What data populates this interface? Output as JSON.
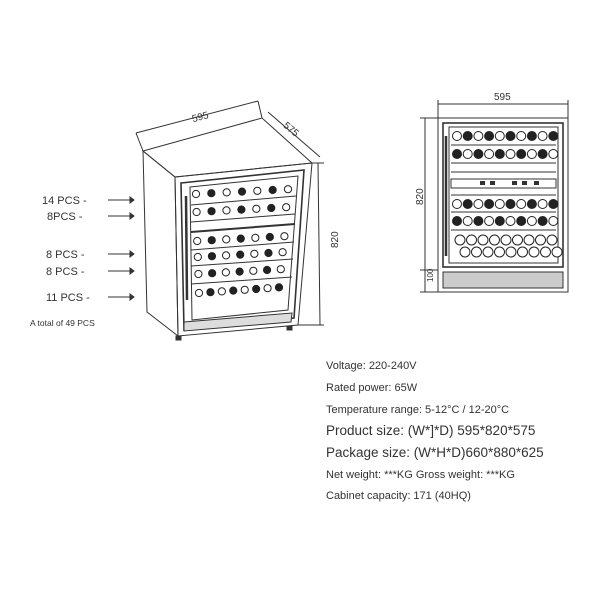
{
  "left_view": {
    "width_dim": "595",
    "depth_dim": "575",
    "height_dim": "820",
    "pcs_labels": [
      "14 PCS -",
      "8PCS -",
      "8 PCS -",
      "8 PCS -",
      "11 PCS -"
    ],
    "total_label": "A total of 49 PCS"
  },
  "right_view": {
    "width_dim": "595",
    "height_dim": "820",
    "base_dim": "100"
  },
  "specs": [
    "Voltage: 220-240V",
    "Rated power: 65W",
    "Temperature range: 5-12°C / 12-20°C",
    "Product size: (W*]*D) 595*820*575",
    "Package size: (W*H*D)660*880*625",
    "Net weight: ***KG Gross weight: ***KG",
    "Cabinet capacity: 171 (40HQ)"
  ]
}
